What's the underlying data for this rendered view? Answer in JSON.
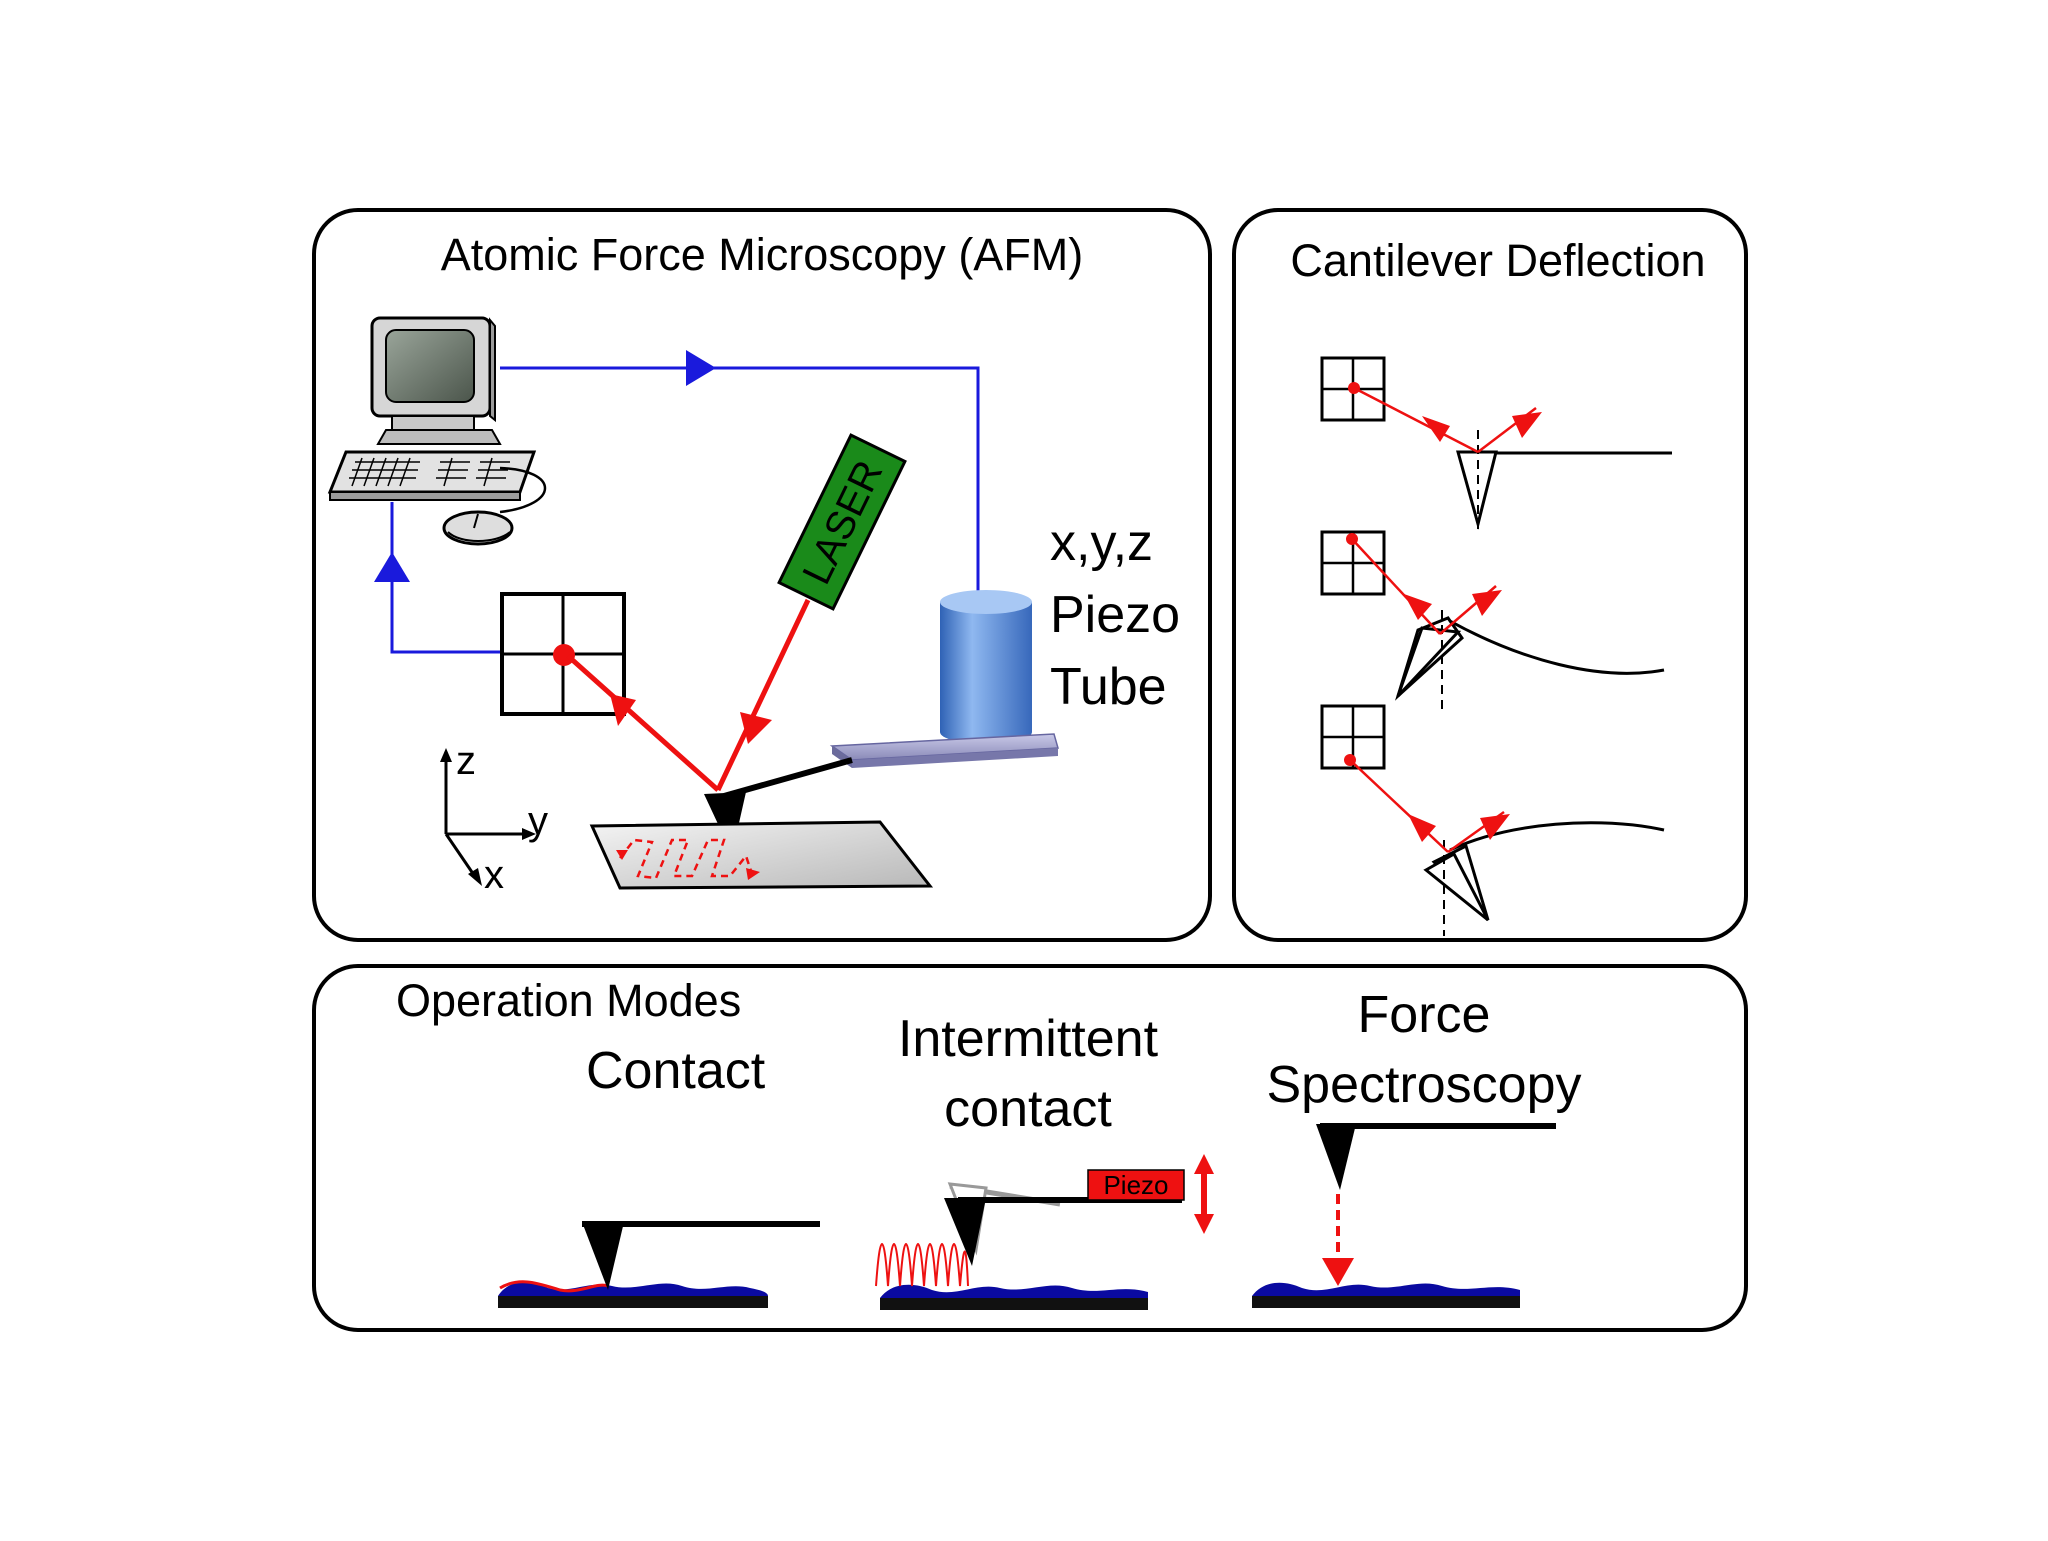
{
  "afm_panel": {
    "title": "Atomic Force Microscopy (AFM)",
    "laser_label": "LASER",
    "piezo_label_lines": [
      "x,y,z",
      "Piezo",
      "Tube"
    ],
    "axes": {
      "z": "z",
      "y": "y",
      "x": "x"
    }
  },
  "deflection_panel": {
    "title": "Cantilever Deflection"
  },
  "modes_panel": {
    "title": "Operation Modes",
    "contact_label": "Contact",
    "intermittent_label_lines": [
      "Intermittent",
      "contact"
    ],
    "force_label_lines": [
      "Force",
      "Spectroscopy"
    ],
    "piezo_tag": "Piezo"
  },
  "colors": {
    "signal_line": "#1a1adc",
    "laser_beam": "#ee1111",
    "laser_body": "#1a8a1a",
    "piezo_tube": "#5a8fd6",
    "sample_surface": "#0a0aa0",
    "sample_base": "#111111"
  }
}
